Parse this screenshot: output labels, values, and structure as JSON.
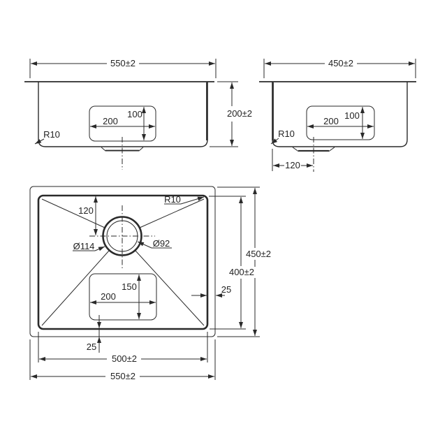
{
  "front_view": {
    "width_dim": "550±2",
    "height_dim": "200±2",
    "box_width_dim": "200",
    "box_height_dim": "100",
    "corner_radius": "R10"
  },
  "side_view": {
    "width_dim": "450±2",
    "box_width_dim": "200",
    "box_height_dim": "100",
    "corner_radius": "R10",
    "drain_offset_dim": "120"
  },
  "plan_view": {
    "outer_width_dim": "550±2",
    "inner_width_dim": "500±2",
    "outer_height_dim": "450±2",
    "inner_height_dim": "400±2",
    "drain_from_top_dim": "120",
    "drain_outer_dia": "Ø114",
    "drain_inner_dia": "Ø92",
    "flat_width_dim": "200",
    "flat_height_dim": "150",
    "corner_radius": "R10",
    "gap_right_dim": "25",
    "gap_bottom_dim": "25"
  },
  "colors": {
    "line": "#2a2a2a",
    "background": "#ffffff"
  }
}
